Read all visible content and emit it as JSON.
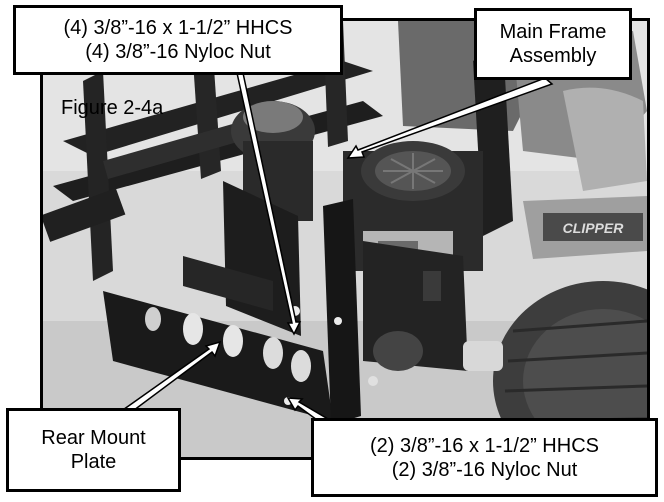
{
  "figure": {
    "label": "Figure 2-4a"
  },
  "callouts": {
    "top_left": {
      "line1": "(4) 3/8”-16 x 1-1/2” HHCS",
      "line2": "(4) 3/8”-16 Nyloc Nut"
    },
    "main_frame": {
      "line1": "Main Frame",
      "line2": "Assembly"
    },
    "rear_mount": {
      "line1": "Rear Mount",
      "line2": "Plate"
    },
    "bottom_right": {
      "line1": "(2) 3/8”-16 x 1-1/2” HHCS",
      "line2": "(2) 3/8”-16 Nyloc Nut"
    }
  },
  "photo": {
    "machine_decal": "CLIPPER",
    "colors": {
      "background": "#d6d6d6",
      "frame_dark": "#222222",
      "plate": "#1c1c1c",
      "tire": "#3a3a3a",
      "housing": "#9a9a9a",
      "seat": "#5a5a5a"
    }
  }
}
